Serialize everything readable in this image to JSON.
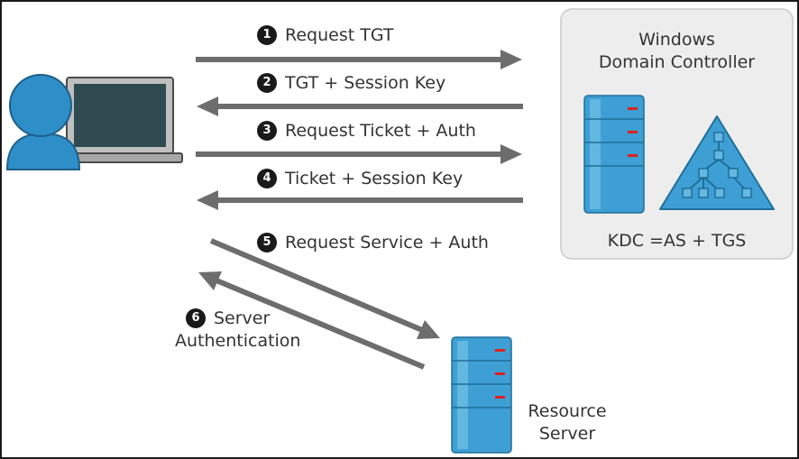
{
  "steps": [
    {
      "num": "1",
      "label": "Request TGT"
    },
    {
      "num": "2",
      "label": "TGT + Session Key"
    },
    {
      "num": "3",
      "label": "Request Ticket + Auth"
    },
    {
      "num": "4",
      "label": "Ticket + Session Key"
    },
    {
      "num": "5",
      "label": "Request Service + Auth"
    },
    {
      "num": "6",
      "label_line1": "Server",
      "label_line2": "Authentication"
    }
  ],
  "domain_controller": {
    "title_line1": "Windows",
    "title_line2": "Domain Controller",
    "kdc_label": "KDC =AS + TGS"
  },
  "resource_server": {
    "line1": "Resource",
    "line2": "Server"
  },
  "colors": {
    "arrow": "#6d6d6d",
    "user_blue": "#2e8ec8",
    "server_blue": "#3e9fd4",
    "server_light": "#62b8e0",
    "led_red": "#e02020",
    "panel_bg": "#ededed",
    "panel_border": "#c9c9c9",
    "laptop_screen": "#2f4a50"
  },
  "icons": [
    "user-icon",
    "laptop-icon",
    "server-icon",
    "active-directory-icon"
  ]
}
